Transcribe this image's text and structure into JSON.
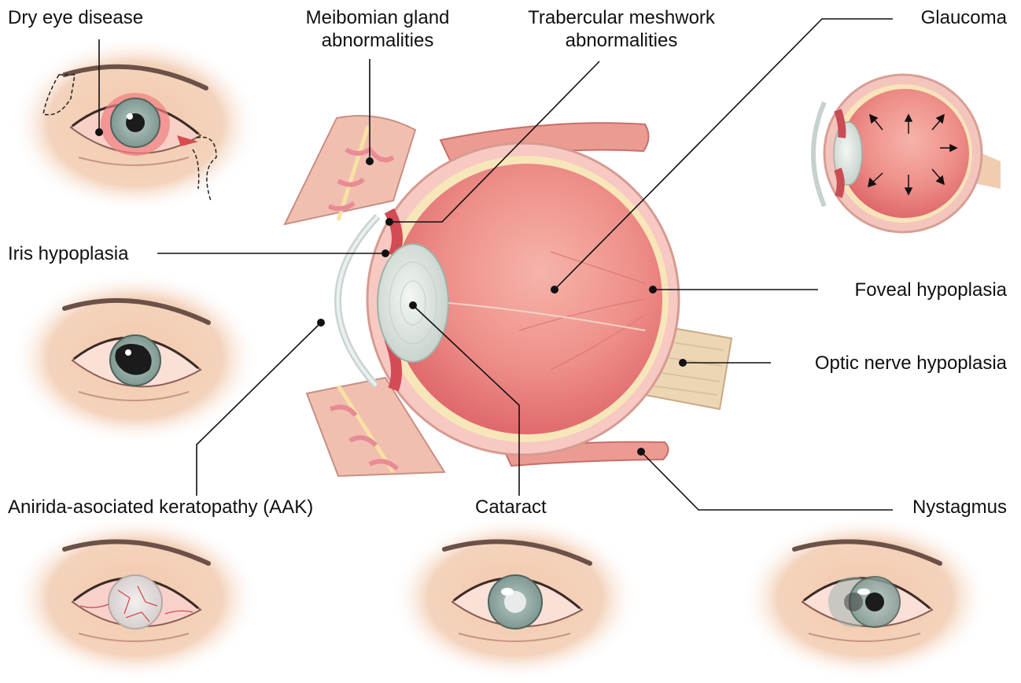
{
  "labels": {
    "dry_eye": "Dry eye disease",
    "meibomian_l1": "Meibomian gland",
    "meibomian_l2": "abnormalities",
    "trabecular_l1": "Trabercular meshwork",
    "trabecular_l2": "abnormalities",
    "glaucoma": "Glaucoma",
    "iris_hypoplasia": "Iris hypoplasia",
    "foveal_hypoplasia": "Foveal hypoplasia",
    "optic_nerve": "Optic nerve hypoplasia",
    "aak": "Anirida-asociated keratopathy (AAK)",
    "cataract": "Cataract",
    "nystagmus": "Nystagmus"
  },
  "colors": {
    "skin_glow": "#e9b594",
    "sclera_red": "#f7c9c2",
    "retina_pink": "#ef8f8f",
    "lens_gray": "#dfe6e1",
    "iris_gray": "#8da39d",
    "nerve_tan": "#ead7b8",
    "leader_line": "#111111"
  }
}
